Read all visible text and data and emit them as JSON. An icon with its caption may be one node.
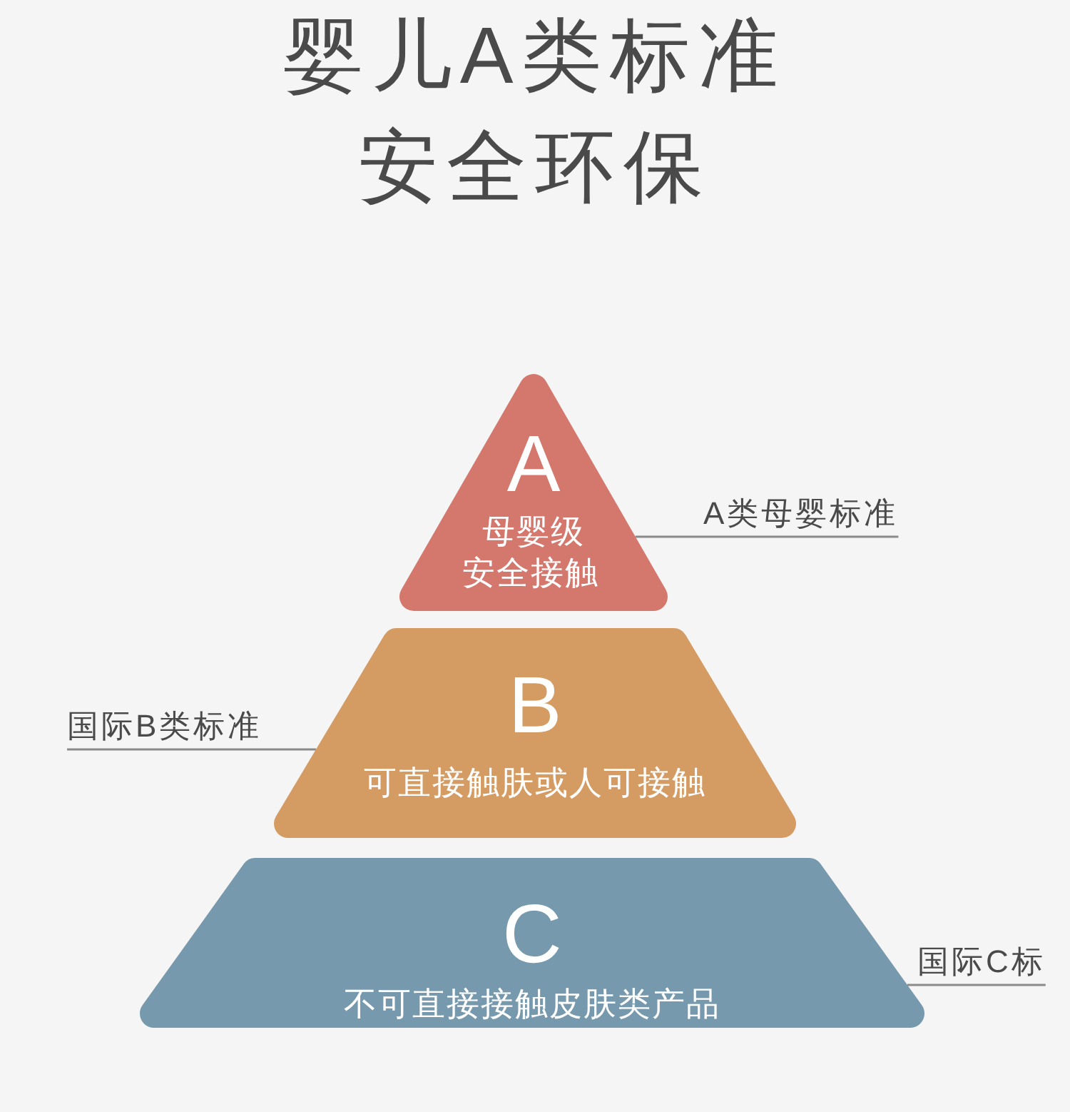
{
  "diagram": {
    "title": "婴儿A类标准安全环保",
    "nodes": [
      {
        "text": [
          "A",
          "母婴级安全接触"
        ]
      },
      {
        "text": [
          "A类母婴标准"
        ]
      },
      {
        "text": [
          "B",
          "可直接触肤或人可接触"
        ]
      },
      {
        "text": [
          "国际B类标准"
        ]
      },
      {
        "text": [
          "C",
          "不可直接接触皮肤类产品"
        ]
      },
      {
        "text": [
          "国际C标"
        ]
      }
    ],
    "edges": [
      {
        "from": 1,
        "to": 0,
        "arrow": "none"
      },
      {
        "from": 3,
        "to": 2,
        "arrow": "none"
      },
      {
        "from": 5,
        "to": 4,
        "arrow": "none"
      }
    ]
  }
}
